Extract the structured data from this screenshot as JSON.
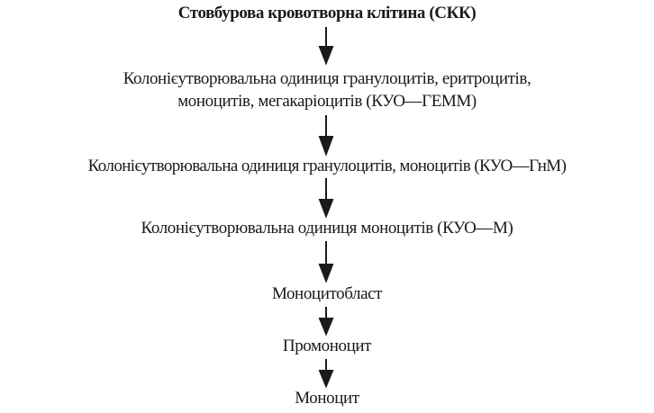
{
  "nodes": [
    {
      "id": "hsc",
      "label": "Стовбурова кровотворна клітина (СКК)"
    },
    {
      "id": "cfu-gemm",
      "label_line1": "Колонієутворювальна одиниця гранулоцитів, еритроцитів,",
      "label_line2": "моноцитів, мегакаріоцитів (КУО—ГЕММ)"
    },
    {
      "id": "cfu-gm",
      "label": "Колонієутворювальна  одиниця  гранулоцитів,  моноцитів (КУО—ГнМ)"
    },
    {
      "id": "cfu-m",
      "label": "Колонієутворювальна одиниця моноцитів (КУО—М)"
    },
    {
      "id": "monoblast",
      "label": "Моноцитобласт"
    },
    {
      "id": "promonocyte",
      "label": "Промоноцит"
    },
    {
      "id": "monocyte",
      "label": "Моноцит"
    }
  ]
}
